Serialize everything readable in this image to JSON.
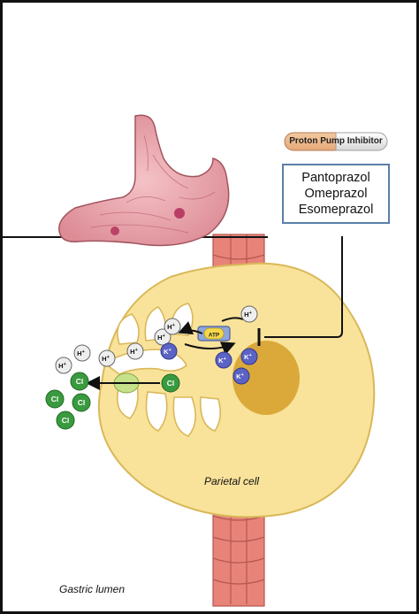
{
  "inhibitor": {
    "pill_label": "Proton Pump Inhibitor",
    "drugs": [
      "Pantoprazol",
      "Omeprazol",
      "Esomeprazol"
    ]
  },
  "cell": {
    "label": "Parietal cell",
    "lumen_label": "Gastric lumen"
  },
  "ions": {
    "h": "H",
    "k": "K",
    "cl": "Cl",
    "charge_plus": "+",
    "atp": "ATP"
  },
  "colors": {
    "cell_fill": "#f9e39a",
    "cell_stroke": "#d9b85a",
    "nucleus": "#dba93a",
    "potassium": "#5b63c4",
    "chloride": "#3a9a3f",
    "proton": "#eeeeee",
    "tissue": "#e8837a",
    "stomach": "#e8a0a8",
    "box_border": "#5a7fa8"
  }
}
